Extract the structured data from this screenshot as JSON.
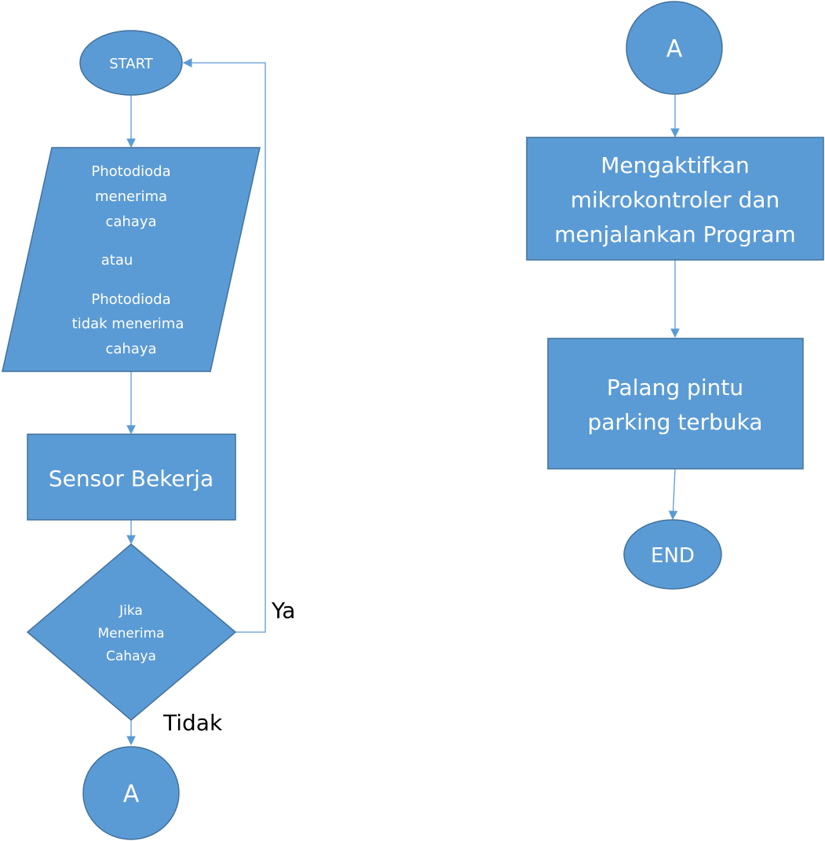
{
  "colors": {
    "fill": "#5b9bd5",
    "stroke": "#41719c",
    "line": "#5b9bd5",
    "text": "#ffffff",
    "edge_label": "#000000"
  },
  "left_flow": {
    "start": "START",
    "input_lines": [
      "Photodioda",
      "menerima",
      "cahaya",
      "atau",
      "Photodioda",
      "tidak menerima",
      "cahaya"
    ],
    "process": "Sensor Bekerja",
    "decision_lines": [
      "Jika",
      "Menerima",
      "Cahaya"
    ],
    "yes_label": "Ya",
    "no_label": "Tidak",
    "connector": "A"
  },
  "right_flow": {
    "connector": "A",
    "process1_lines": [
      "Mengaktifkan",
      "mikrokontroler dan",
      "menjalankan Program"
    ],
    "process2_lines": [
      "Palang pintu",
      "parking terbuka"
    ],
    "end": "END"
  }
}
